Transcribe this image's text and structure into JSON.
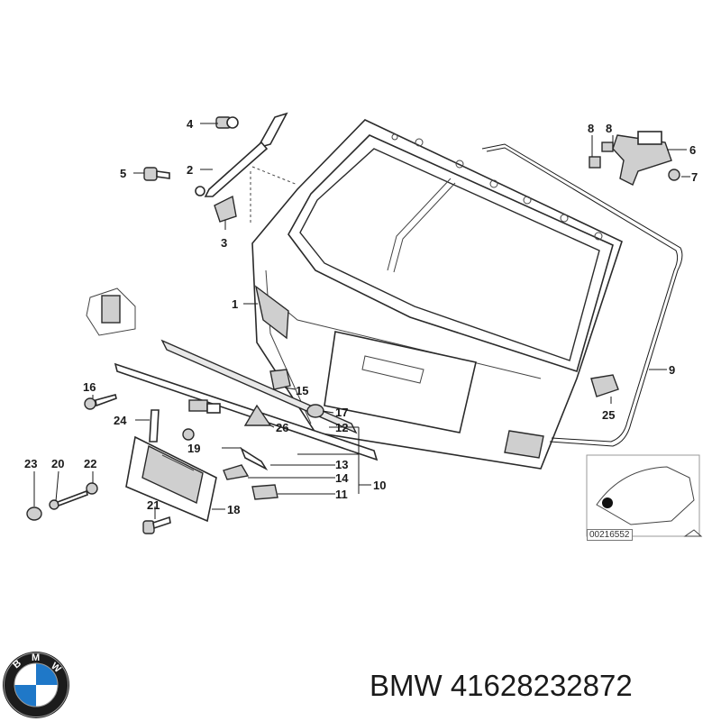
{
  "diagram": {
    "callouts": [
      "1",
      "2",
      "3",
      "4",
      "5",
      "6",
      "7",
      "8",
      "8",
      "9",
      "10",
      "11",
      "12",
      "13",
      "14",
      "15",
      "16",
      "17",
      "19",
      "20",
      "21",
      "22",
      "23",
      "24",
      "25",
      "26",
      "18"
    ],
    "inset_reference": "00216552"
  },
  "footer": {
    "brand": "BMW",
    "part_number": "41628232872"
  },
  "logo": {
    "letters": "BMW",
    "colors": {
      "ring": "#1c1c1c",
      "blue": "#1f78c8",
      "white": "#ffffff"
    }
  }
}
